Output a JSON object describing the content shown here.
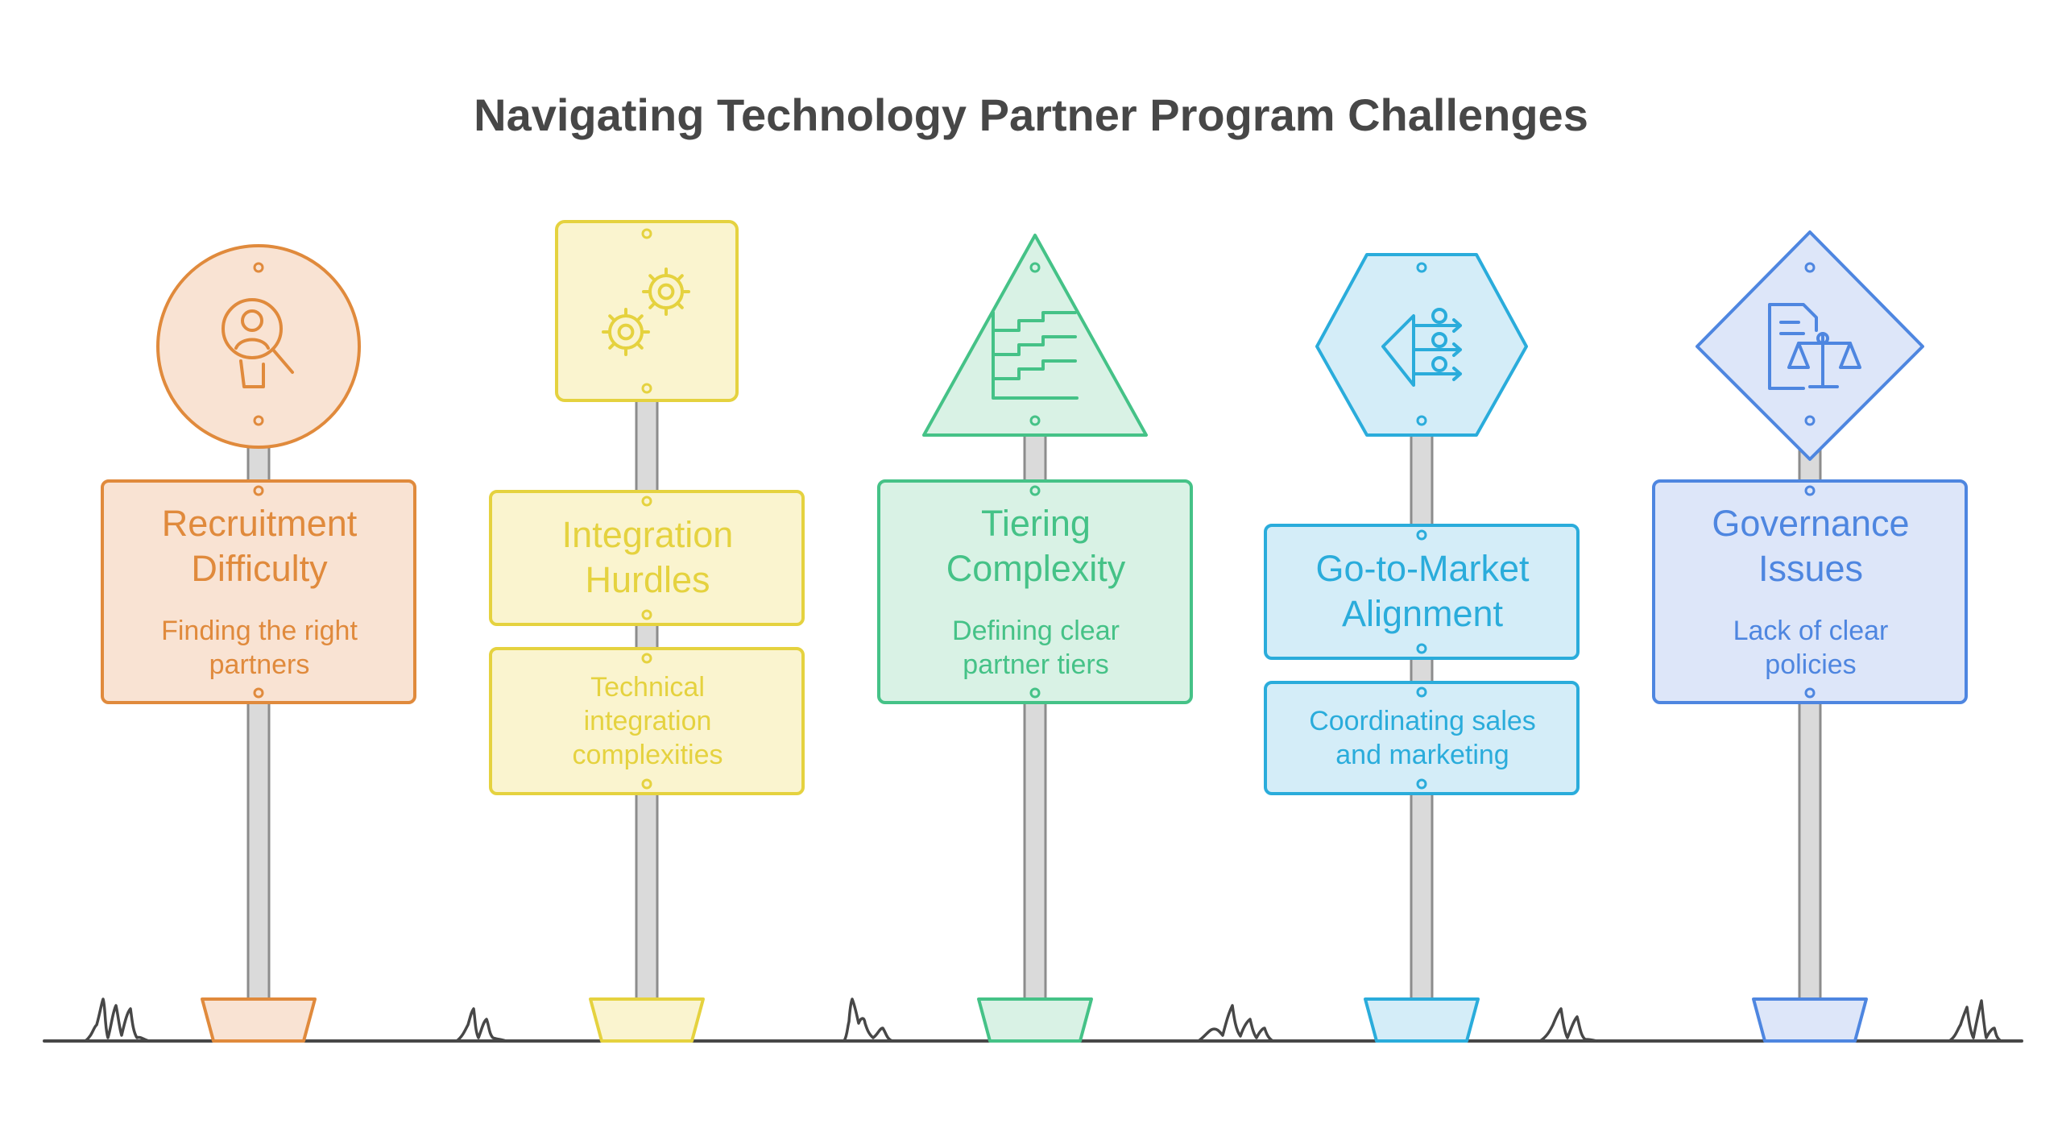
{
  "title": "Navigating Technology Partner Program Challenges",
  "signs": [
    {
      "label": "Recruitment\nDifficulty",
      "description": "Finding the right\npartners",
      "icon": "search-person-icon",
      "shape": "circle",
      "color": "#E08A3C",
      "fill": "#F9E3D3"
    },
    {
      "label": "Integration\nHurdles",
      "description": "Technical\nintegration\ncomplexities",
      "icon": "gears-icon",
      "shape": "square",
      "color": "#E5D23F",
      "fill": "#FAF4CF"
    },
    {
      "label": "Tiering\nComplexity",
      "description": "Defining clear\npartner tiers",
      "icon": "tier-chart-icon",
      "shape": "triangle",
      "color": "#45C287",
      "fill": "#D9F2E5"
    },
    {
      "label": "Go-to-Market\nAlignment",
      "description": "Coordinating sales\nand marketing",
      "icon": "funnel-people-icon",
      "shape": "hexagon",
      "color": "#2AACDB",
      "fill": "#D4EDF8"
    },
    {
      "label": "Governance\nIssues",
      "description": "Lack of clear\npolicies",
      "icon": "document-scale-icon",
      "shape": "diamond",
      "color": "#4E86E0",
      "fill": "#DDE6F9"
    }
  ]
}
